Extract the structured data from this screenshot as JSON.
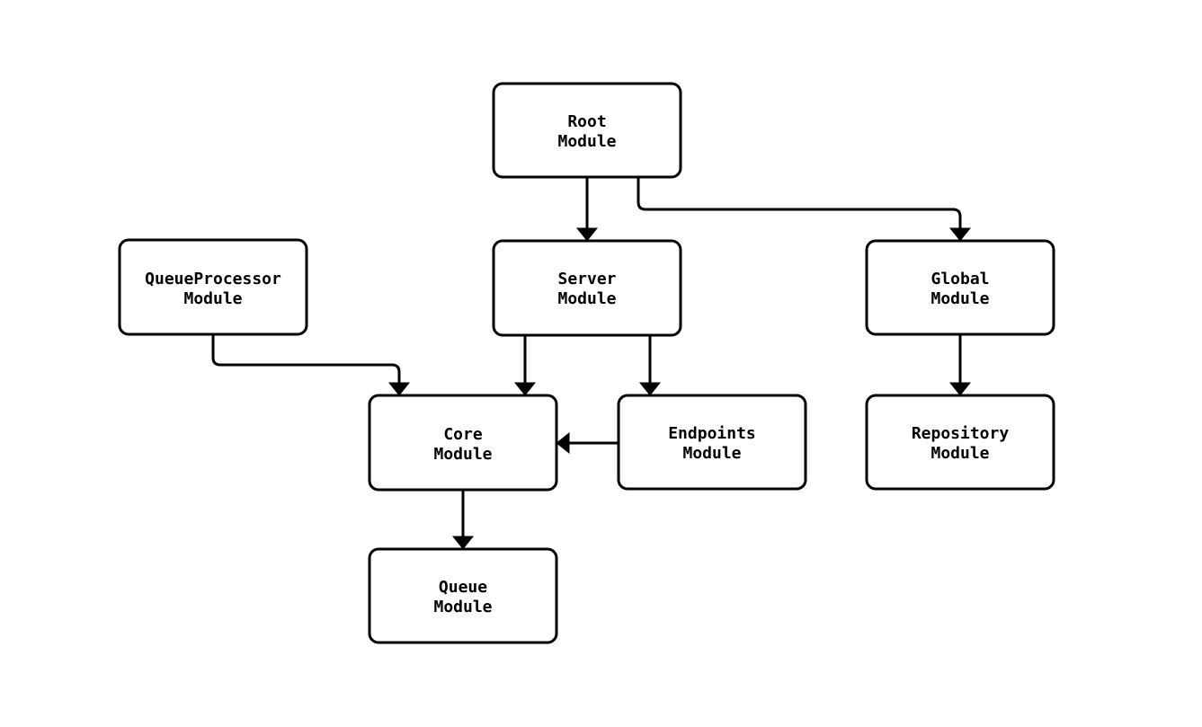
{
  "diagram": {
    "type": "module-dependency-graph",
    "background_color": "#ffffff",
    "stroke_color": "#000000",
    "text_color": "#000000",
    "nodes": {
      "root": {
        "line1": "Root",
        "line2": "Module"
      },
      "server": {
        "line1": "Server",
        "line2": "Module"
      },
      "queueprocessor": {
        "line1": "QueueProcessor",
        "line2": "Module"
      },
      "global": {
        "line1": "Global",
        "line2": "Module"
      },
      "core": {
        "line1": "Core",
        "line2": "Module"
      },
      "endpoints": {
        "line1": "Endpoints",
        "line2": "Module"
      },
      "repository": {
        "line1": "Repository",
        "line2": "Module"
      },
      "queue": {
        "line1": "Queue",
        "line2": "Module"
      }
    },
    "edges": [
      {
        "from": "Root Module",
        "to": "Server Module"
      },
      {
        "from": "Root Module",
        "to": "Global Module"
      },
      {
        "from": "QueueProcessor Module",
        "to": "Core Module"
      },
      {
        "from": "Server Module",
        "to": "Core Module"
      },
      {
        "from": "Server Module",
        "to": "Endpoints Module"
      },
      {
        "from": "Endpoints Module",
        "to": "Core Module"
      },
      {
        "from": "Global Module",
        "to": "Repository Module"
      },
      {
        "from": "Core Module",
        "to": "Queue Module"
      }
    ]
  }
}
